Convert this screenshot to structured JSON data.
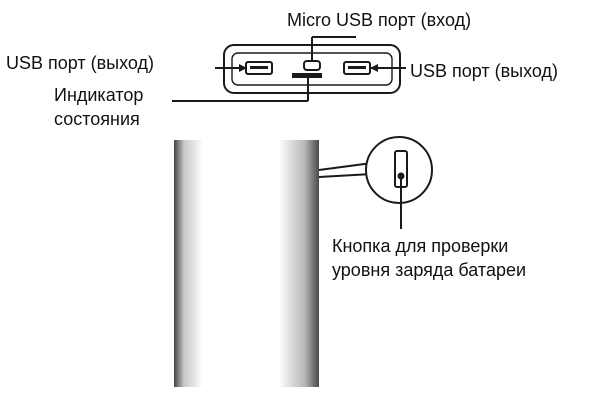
{
  "labels": {
    "micro_usb_input": "Micro USB порт (вход)",
    "usb_output_left": "USB порт (выход)",
    "usb_output_right": "USB порт (выход)",
    "status_indicator": [
      "Индикатор",
      "состояния"
    ],
    "battery_check_button": [
      "Кнопка для проверки",
      "уровня заряда батареи"
    ]
  }
}
